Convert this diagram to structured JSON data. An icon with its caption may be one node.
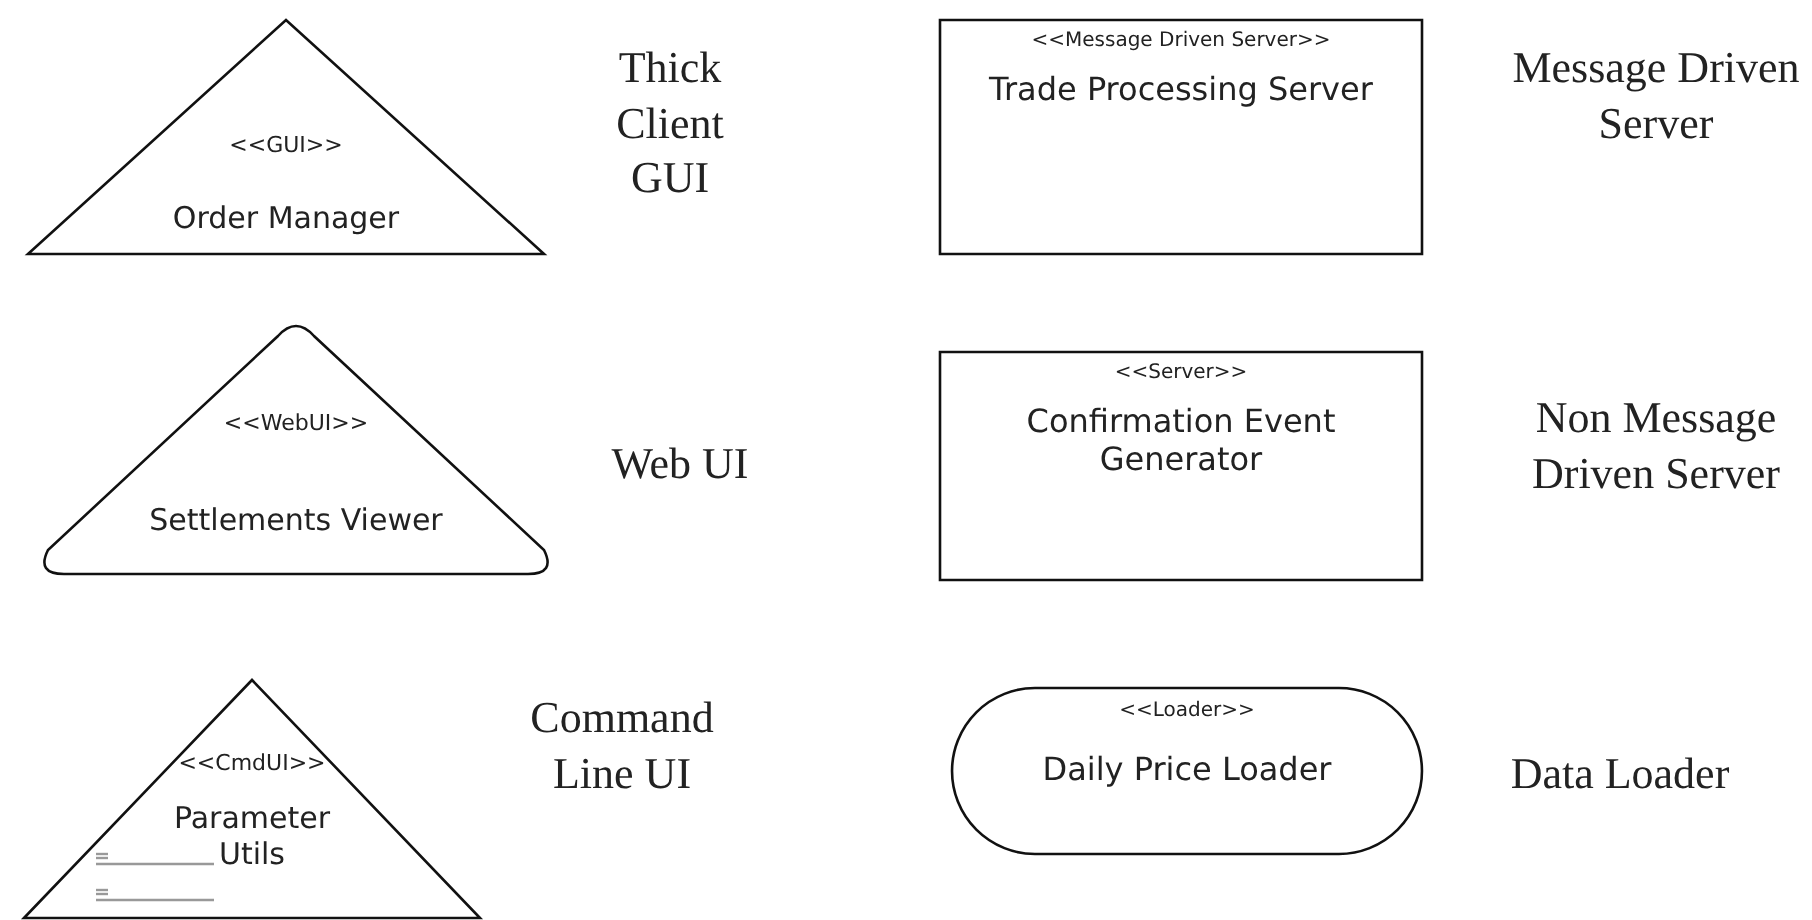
{
  "diagram": {
    "nodes": [
      {
        "text": [
          "<<GUI>>",
          "Order Manager"
        ],
        "beside": [
          "Thick Client GUI"
        ]
      },
      {
        "text": [
          "<<WebUI>>",
          "Settlements Viewer"
        ],
        "beside": [
          "Web UI"
        ]
      },
      {
        "text": [
          "<<CmdUI>>",
          "Parameter Utils"
        ],
        "beside": [
          "Command Line UI"
        ]
      },
      {
        "text": [
          "<<Message Driven Server>>",
          "Trade Processing Server"
        ],
        "beside": [
          "Message Driven Server"
        ]
      },
      {
        "text": [
          "<<Server>>",
          "Confirmation Event Generator"
        ],
        "beside": [
          "Non Message Driven Server"
        ]
      },
      {
        "text": [
          "<<Loader>>",
          "Daily Price Loader"
        ],
        "beside": [
          "Data Loader"
        ]
      }
    ]
  }
}
